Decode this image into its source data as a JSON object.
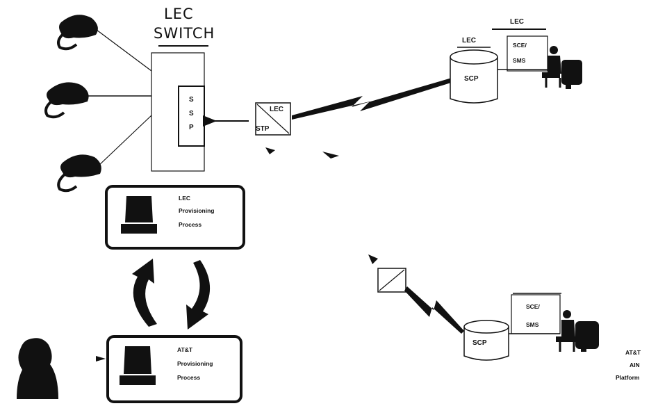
{
  "switch": {
    "title_line1": "LEC",
    "title_line2": "SWITCH",
    "ssp_letters": [
      "S",
      "S",
      "P"
    ]
  },
  "stp_top": {
    "owner": "LEC",
    "label": "STP"
  },
  "scp_top": {
    "owner": "LEC",
    "label": "SCP"
  },
  "sms_top": {
    "owner": "LEC",
    "label_line1": "SCE/",
    "label_line2": "SMS"
  },
  "lec_provisioning": {
    "line1": "LEC",
    "line2": "Provisioning",
    "line3": "Process"
  },
  "att_provisioning": {
    "line1": "AT&T",
    "line2": "Provisioning",
    "line3": "Process"
  },
  "scp_bottom": {
    "label": "SCP"
  },
  "sms_bottom": {
    "label_line1": "SCE/",
    "label_line2": "SMS"
  },
  "platform": {
    "line1": "AT&T",
    "line2": "AIN",
    "line3": "Platform"
  },
  "icons": [
    "telephone-icon",
    "computer-terminal-icon",
    "operator-icon",
    "person-icon",
    "lightning-link-icon"
  ]
}
